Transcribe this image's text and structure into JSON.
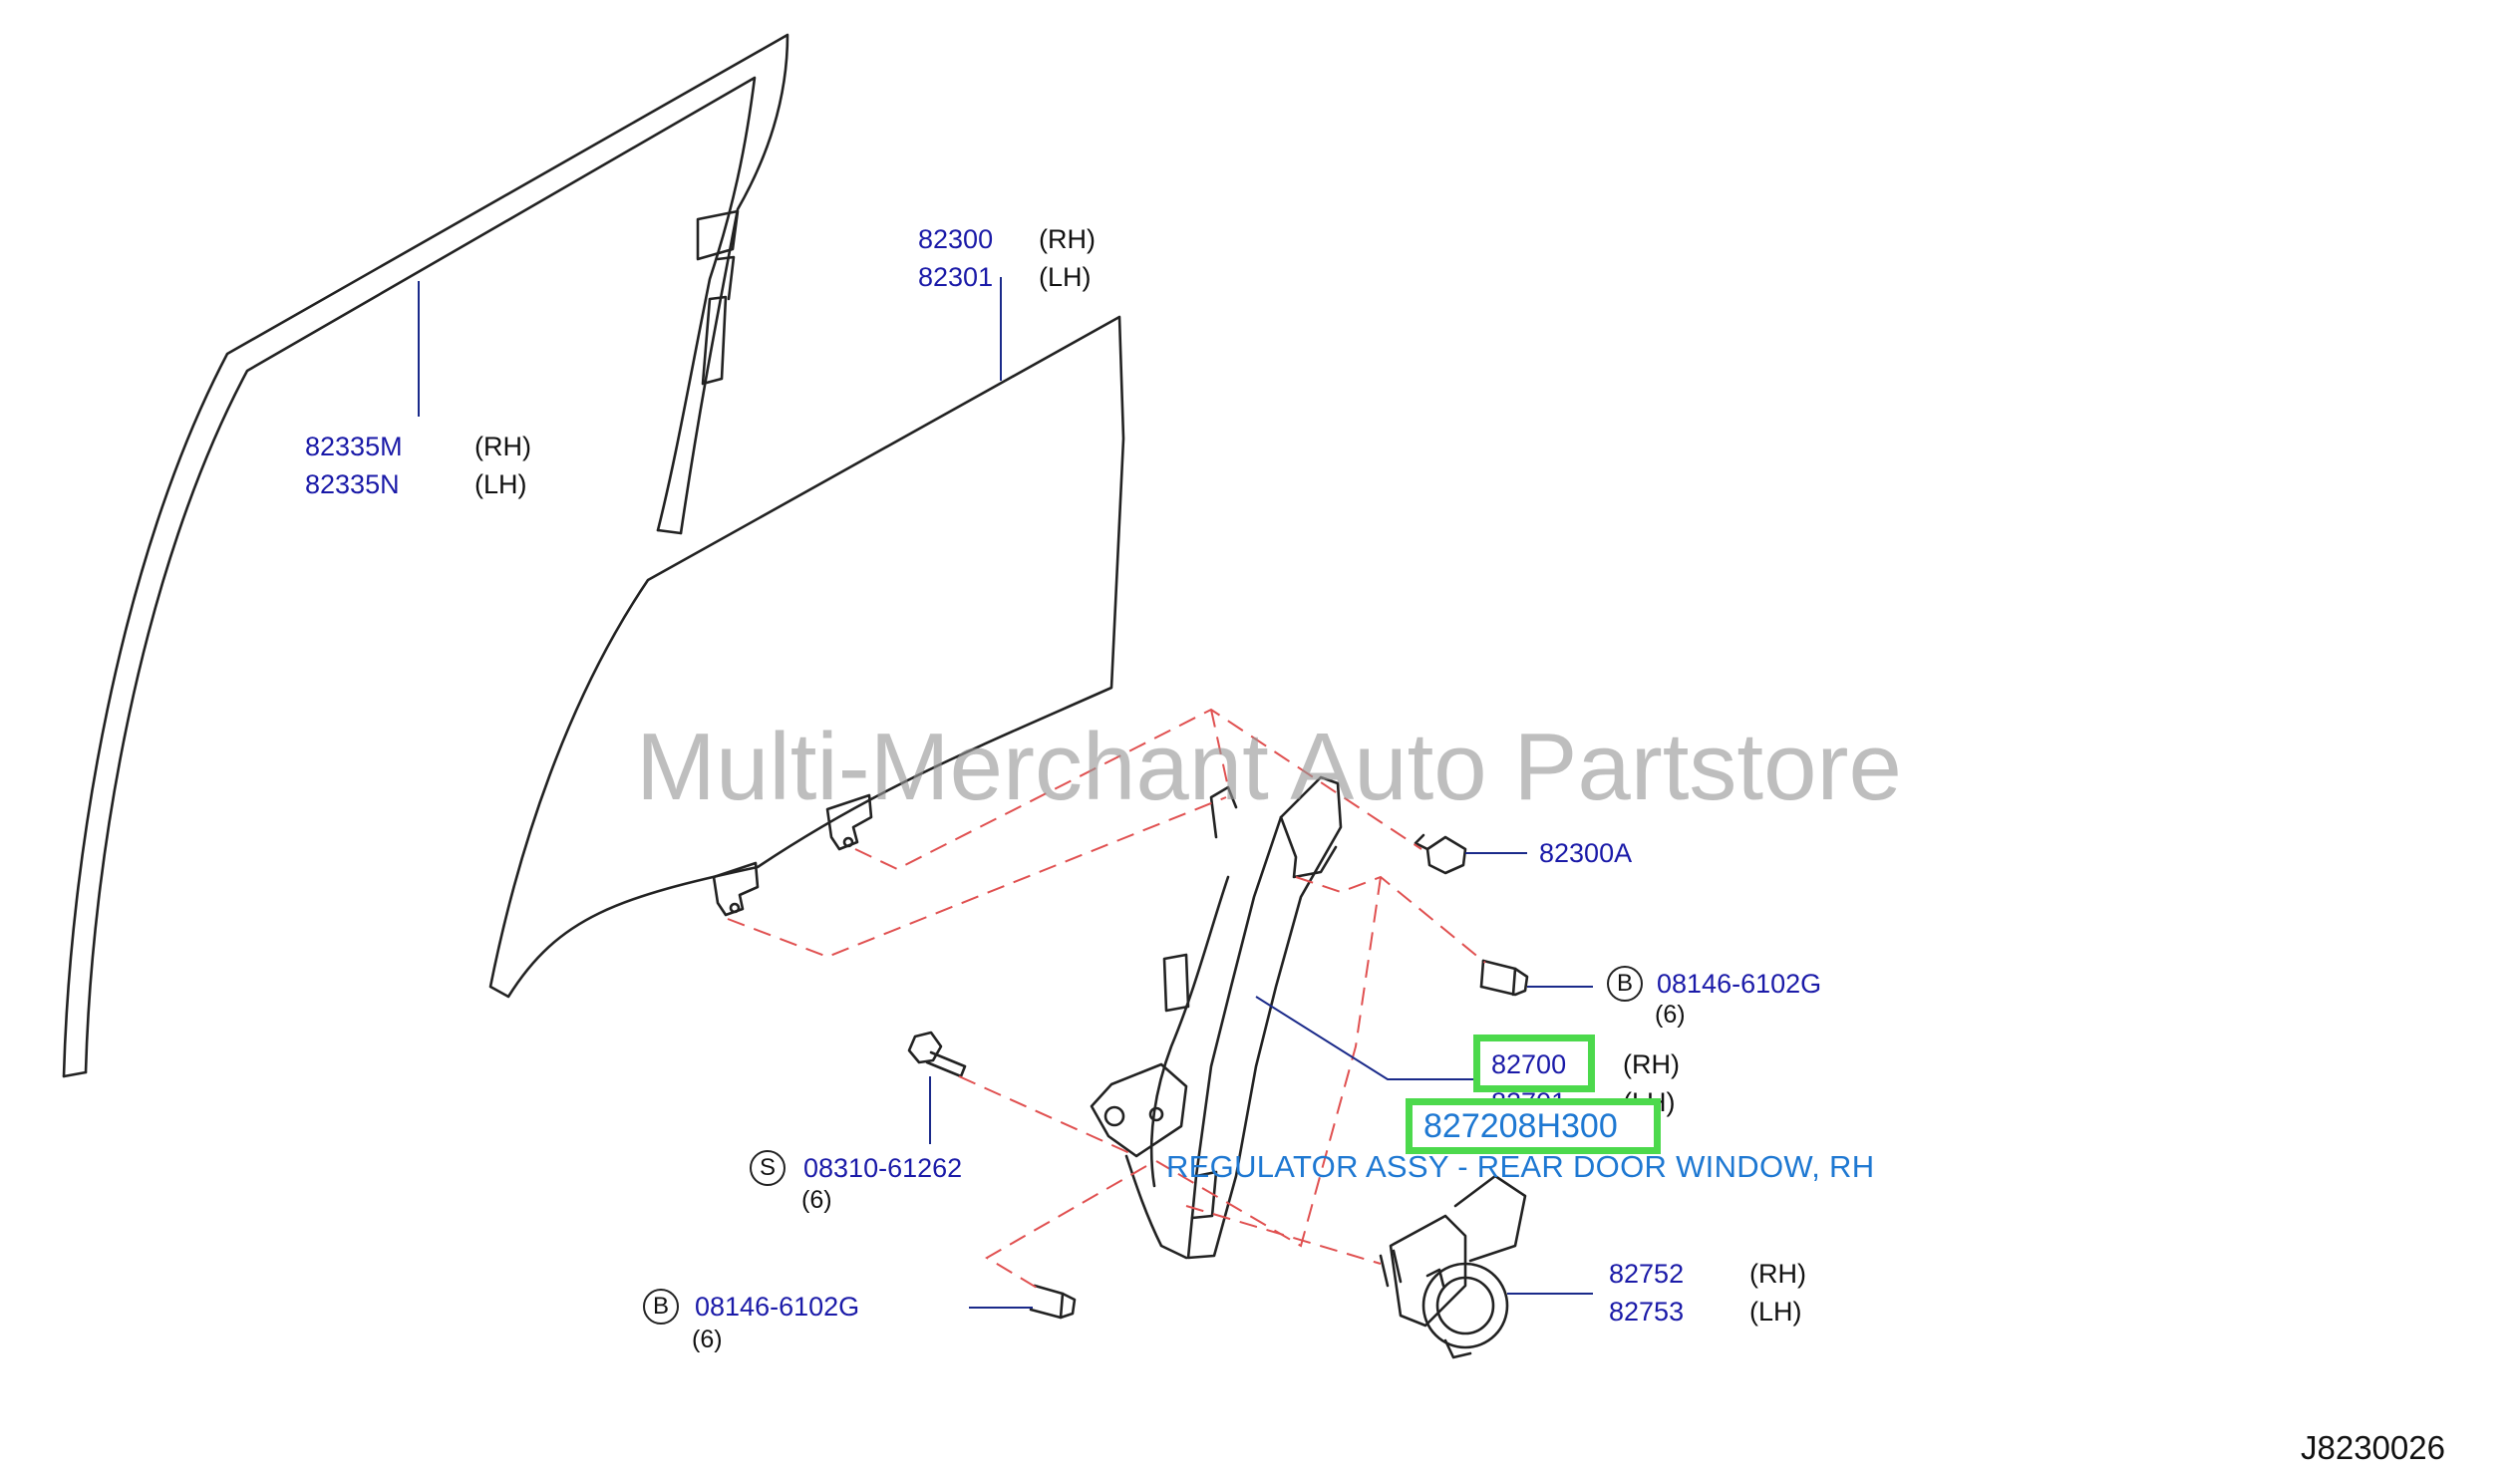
{
  "watermark": "Multi-Merchant Auto Partstore",
  "diagram_code": "J8230026",
  "labels": {
    "weatherstrip": {
      "rh_part": "82335M",
      "rh_side": "(RH)",
      "lh_part": "82335N",
      "lh_side": "(LH)"
    },
    "glass": {
      "rh_part": "82300",
      "rh_side": "(RH)",
      "lh_part": "82301",
      "lh_side": "(LH)"
    },
    "clip": {
      "part": "82300A"
    },
    "bolt_upper": {
      "symbol": "B",
      "part": "08146-6102G",
      "qty": "(6)"
    },
    "regulator": {
      "rh_part": "82700",
      "rh_side": "(RH)",
      "lh_part": "82701",
      "lh_side": "(LH)"
    },
    "screw": {
      "symbol": "S",
      "part": "08310-61262",
      "qty": "(6)"
    },
    "bolt_lower": {
      "symbol": "B",
      "part": "08146-6102G",
      "qty": "(6)"
    },
    "motor": {
      "rh_part": "82752",
      "rh_side": "(RH)",
      "lh_part": "82753",
      "lh_side": "(LH)"
    }
  },
  "callout": {
    "part_number": "827208H300",
    "description": "REGULATOR ASSY - REAR DOOR WINDOW, RH",
    "highlight_color": "#4cd94c",
    "text_color": "#1e78d2"
  },
  "colors": {
    "part_number_text": "#1a1aa8",
    "dashed_line": "#e05050",
    "leader_line": "#1a2a8a",
    "line_art": "#222222"
  }
}
